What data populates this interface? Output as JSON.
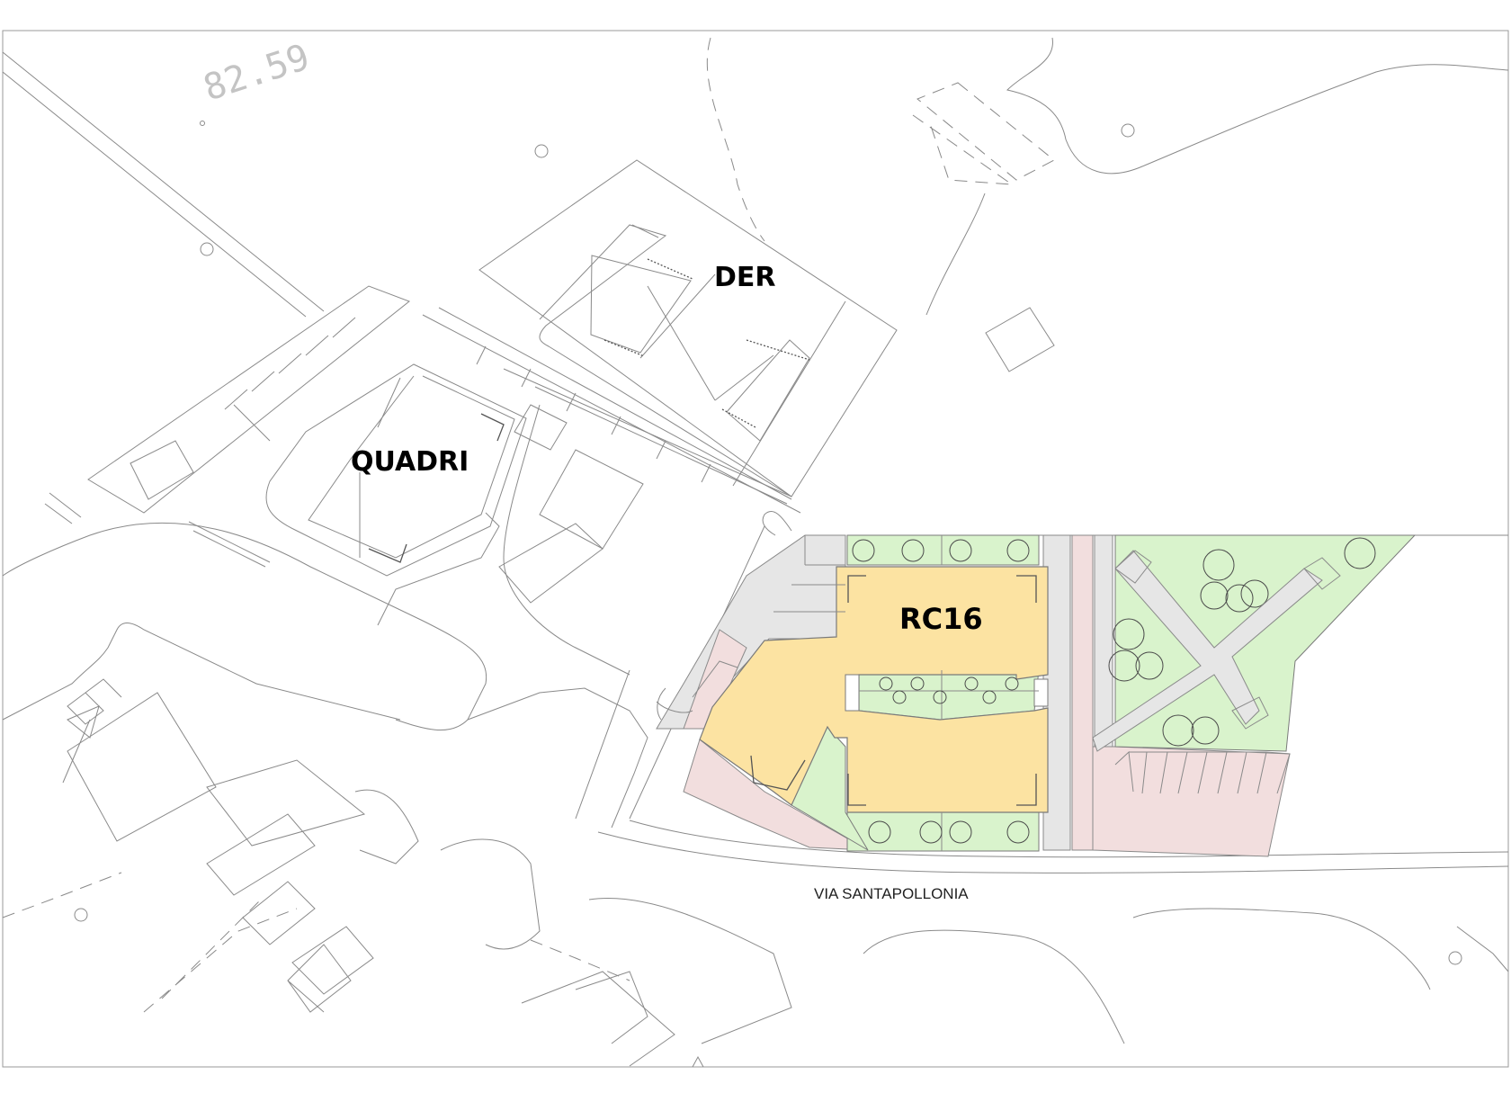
{
  "labels": {
    "elevation": "82.59",
    "der": "DER",
    "quadri": "QUADRI",
    "rc16": "RC16",
    "street": "VIA SANTAPOLLONIA"
  },
  "colors": {
    "building_fill": "#fce3a2",
    "green_area": "#d9f3cc",
    "pink_area": "#f2dede",
    "grey_area": "#e6e6e6",
    "line": "#8a8a8a"
  }
}
